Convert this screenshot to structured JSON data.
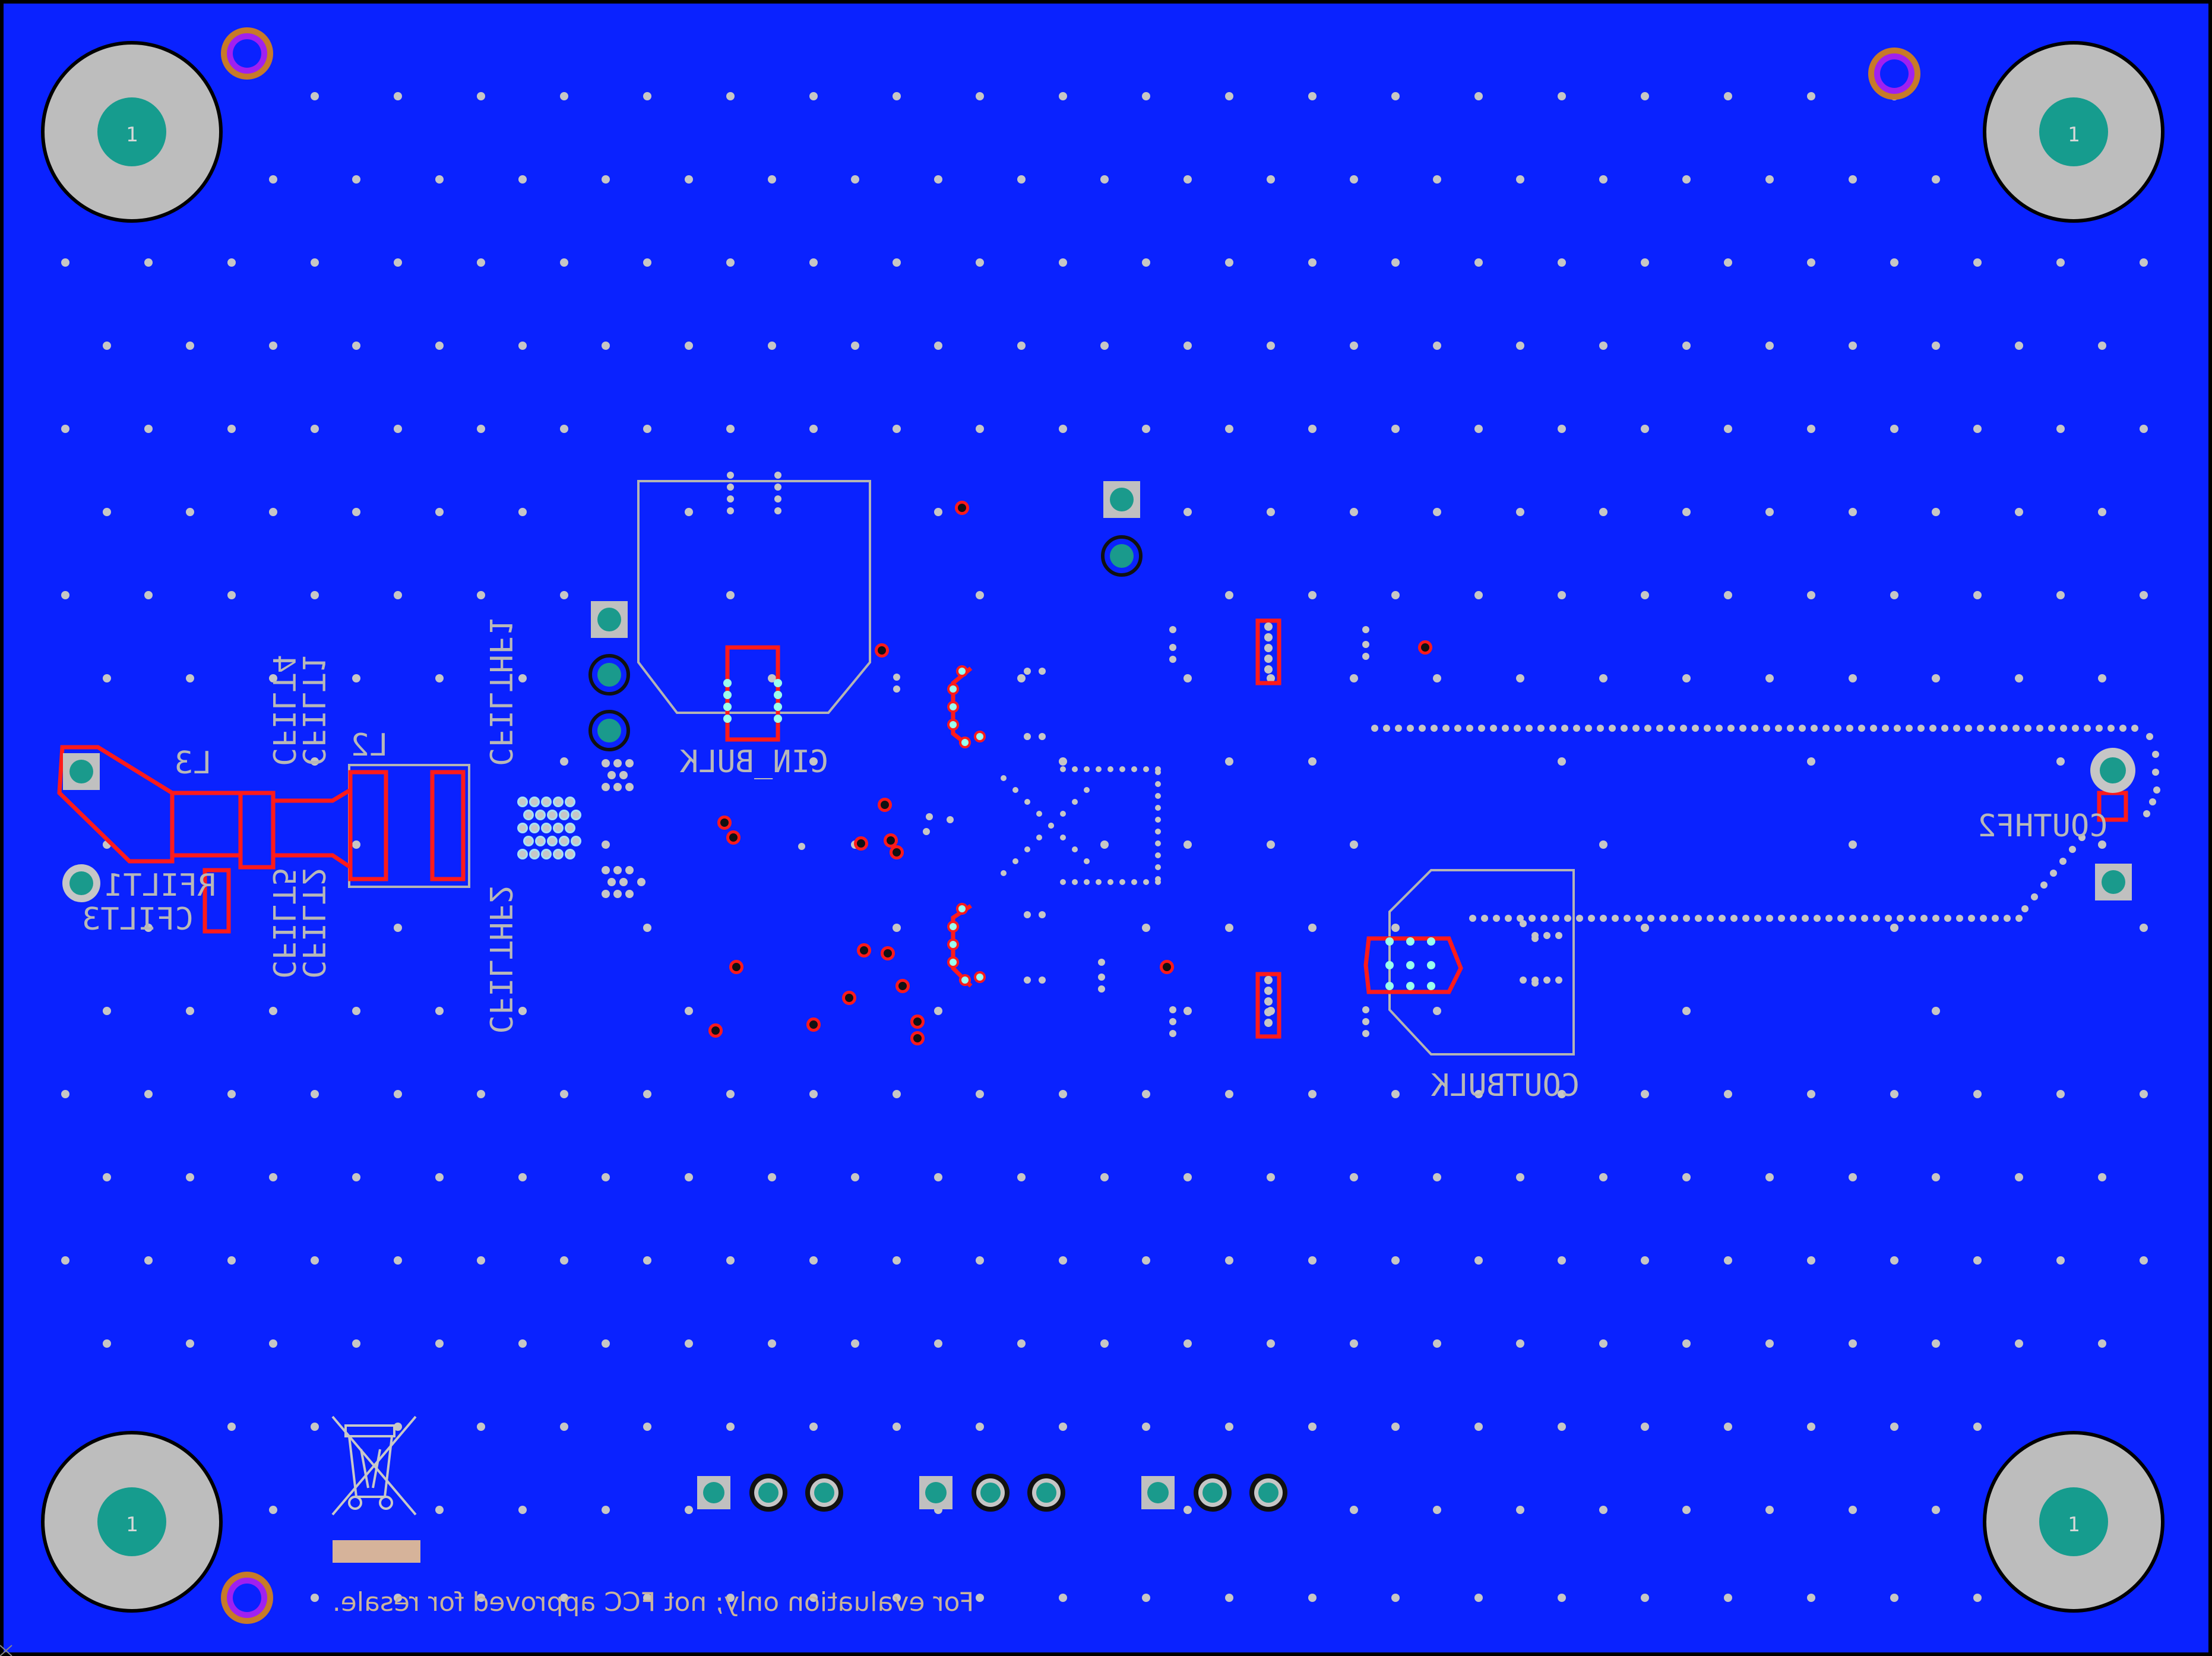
{
  "board": {
    "copper_color": "#0a22ff",
    "background_color": "#000000",
    "silkscreen_color": "#b4b4b4",
    "keepout_color": "#ff1a1a",
    "pad_color": "#1a9a8c",
    "mounting_hole_color": "#bdbdbd",
    "fiducial_color": "#a020f0",
    "view": "bottom layer (mirrored text)"
  },
  "mounting_holes": [
    {
      "id": "mh-top-left",
      "label": "1"
    },
    {
      "id": "mh-top-right",
      "label": "1"
    },
    {
      "id": "mh-bottom-left",
      "label": "1"
    },
    {
      "id": "mh-bottom-right",
      "label": "1"
    }
  ],
  "silkscreen_labels": {
    "l3": "L3",
    "l2": "L2",
    "cfilt4": "CFILT4",
    "cfilt1": "CFILT1",
    "cfilthf1": "CFILTHF1",
    "cfilt5": "CFILT5",
    "cfilt2": "CFILT2",
    "cfilthf2": "CFILTHF2",
    "rfilt1": "RFILT1",
    "cfilt3": "CFILT3",
    "cin_bulk": "CIN_BULK",
    "coutbulk": "COUTBULK",
    "couthf2": "COUTHF2"
  },
  "footer": {
    "notice": "For evaluation only; not FCC approved for resale."
  },
  "icons": {
    "weee": "weee-crossed-bin-icon"
  }
}
